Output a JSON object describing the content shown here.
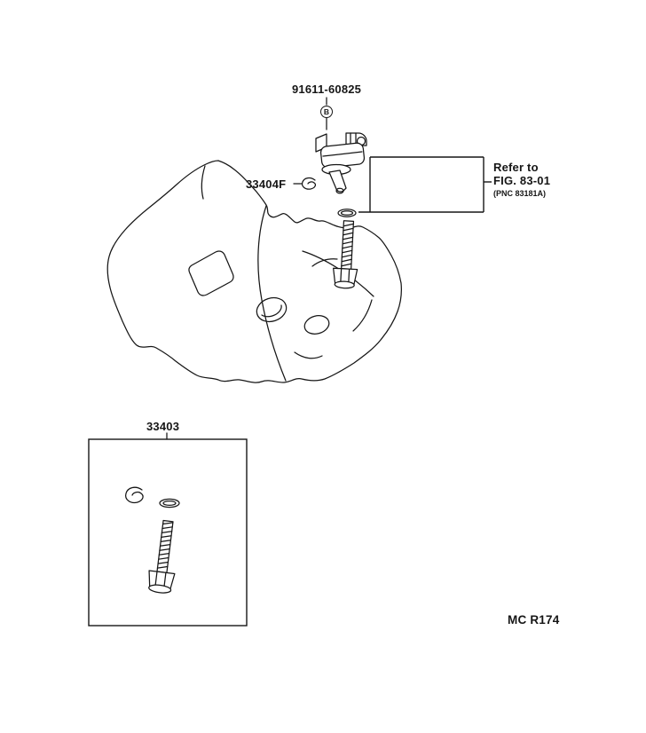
{
  "diagram": {
    "title_part_number": "91611-60825",
    "marker_letter": "B",
    "clip_label": "33404F",
    "callout": {
      "line1": "Refer to",
      "line2": "FIG. 83-01",
      "line3": "(PNC 83181A)"
    },
    "kit_label": "33403",
    "doc_code": "MC R174"
  }
}
